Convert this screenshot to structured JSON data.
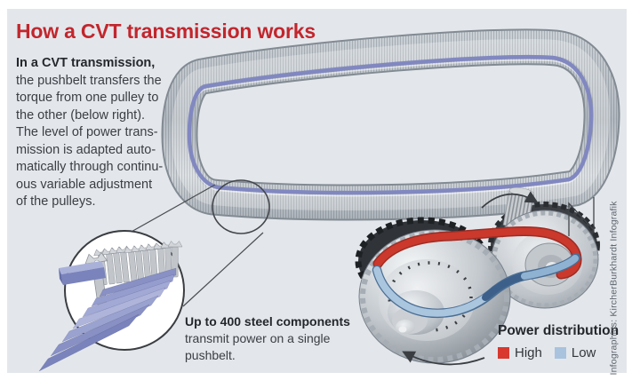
{
  "page": {
    "bg": "#ffffff",
    "panel_bg": "#e3e7ec"
  },
  "title": {
    "text": "How a CVT transmission works",
    "color": "#c2262c"
  },
  "intro": {
    "lead": "In a CVT transmission,",
    "lines": [
      "the pushbelt transfers the",
      "torque from one pulley to",
      "the other (below right).",
      "The level of power trans-",
      "mission is adapted auto-",
      "matically through continu-",
      "ous variable adjustment",
      "of the pulleys."
    ]
  },
  "note": {
    "lead": "Up to 400 steel components",
    "lines": [
      "transmit power on a single",
      "pushbelt."
    ]
  },
  "legend": {
    "title": "Power distribution",
    "items": [
      {
        "label": "High",
        "color": "#d8382e"
      },
      {
        "label": "Low",
        "color": "#a9c3de"
      }
    ]
  },
  "credit": "Infographics: KircherBurkhardt Infografik",
  "belt": {
    "stripe_color": "#8188c0",
    "high_color": "#cb382c",
    "low_color": "#8fb2d2"
  }
}
